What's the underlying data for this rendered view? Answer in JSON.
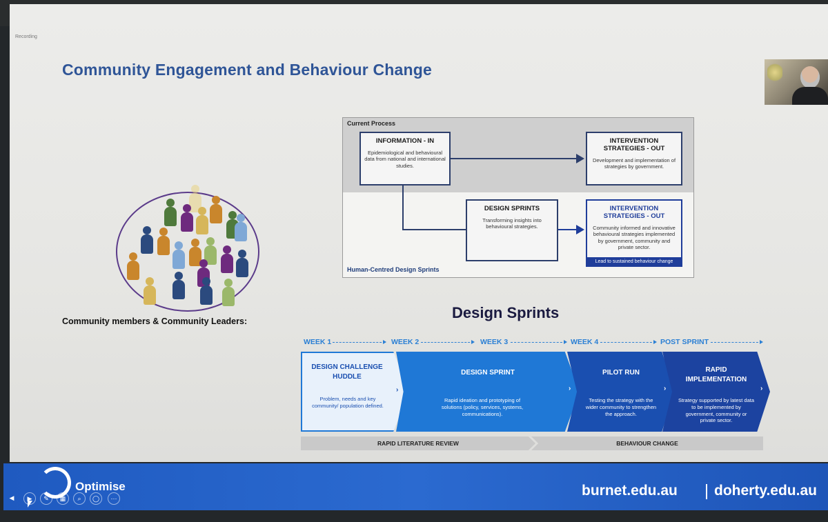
{
  "slide": {
    "title": "Community Engagement and Behaviour Change",
    "recording_label": "Recording"
  },
  "people": {
    "caption": "Community members & Community Leaders:"
  },
  "process": {
    "current_label": "Current Process",
    "human_centred_label": "Human-Centred Design Sprints",
    "info_in": {
      "title": "INFORMATION - IN",
      "desc": "Epidemiological and behavioural data from national and international studies."
    },
    "strategies_out_current": {
      "title": "INTERVENTION STRATEGIES - OUT",
      "desc": "Development and implementation of strategies by government."
    },
    "design_sprints_box": {
      "title": "DESIGN SPRINTS",
      "desc": "Transforming insights into behavioural strategies."
    },
    "strategies_out_hcd": {
      "title": "INTERVENTION STRATEGIES - OUT",
      "desc": "Community informed and innovative behavioural strategies implemented by government, community and private sector.",
      "lead": "Lead to sustained behaviour change"
    }
  },
  "design_sprints": {
    "title": "Design Sprints",
    "weeks": [
      "WEEK 1",
      "WEEK 2",
      "WEEK 3",
      "WEEK 4",
      "POST SPRINT"
    ],
    "stages": [
      {
        "title": "DESIGN CHALLENGE HUDDLE",
        "desc": "Problem, needs and key community/ population defined."
      },
      {
        "title": "DESIGN SPRINT",
        "desc": "Rapid ideation and prototyping of solutions (policy, services, systems, communications)."
      },
      {
        "title": "PILOT RUN",
        "desc": "Testing the strategy with the wider community to strengthen the approach."
      },
      {
        "title": "RAPID IMPLEMENTATION",
        "desc": "Strategy supported by latest data to be implemented by government, community or private sector."
      }
    ],
    "bands": [
      "RAPID LITERATURE REVIEW",
      "BEHAVIOUR CHANGE"
    ]
  },
  "footer": {
    "logo_text": "Optimise",
    "site1": "burnet.edu.au",
    "site2": "doherty.edu.au"
  },
  "colors": {
    "title_blue": "#2f5597",
    "week_blue": "#2a7fd4",
    "stage1": "#e8f1fb",
    "stage2": "#1f78d6",
    "stage3": "#1a4fb0",
    "stage4": "#1c43a0",
    "footer_blue": "#1f5ac0"
  }
}
